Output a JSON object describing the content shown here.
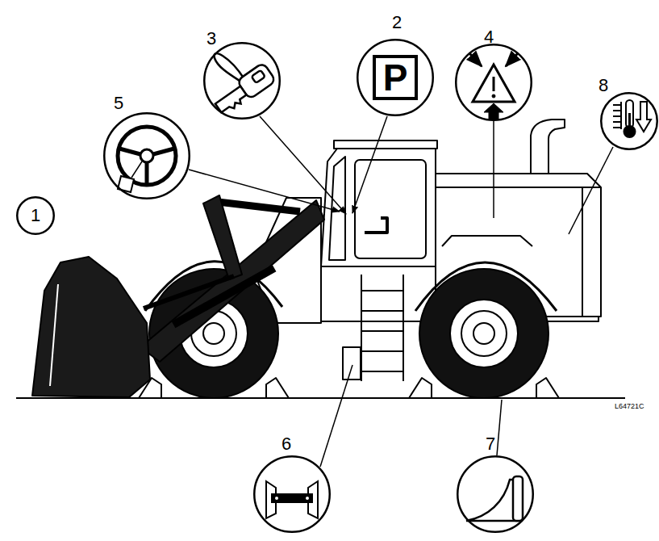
{
  "diagram": {
    "nodes": [
      {
        "text": [
          "1"
        ]
      },
      {
        "text": [
          "2",
          "P"
        ]
      },
      {
        "text": [
          "3"
        ]
      },
      {
        "text": [
          "4"
        ]
      },
      {
        "text": [
          "5"
        ]
      },
      {
        "text": [
          "6"
        ]
      },
      {
        "text": [
          "7"
        ]
      },
      {
        "text": [
          "8"
        ]
      }
    ],
    "labels": [
      "L64721C"
    ]
  }
}
